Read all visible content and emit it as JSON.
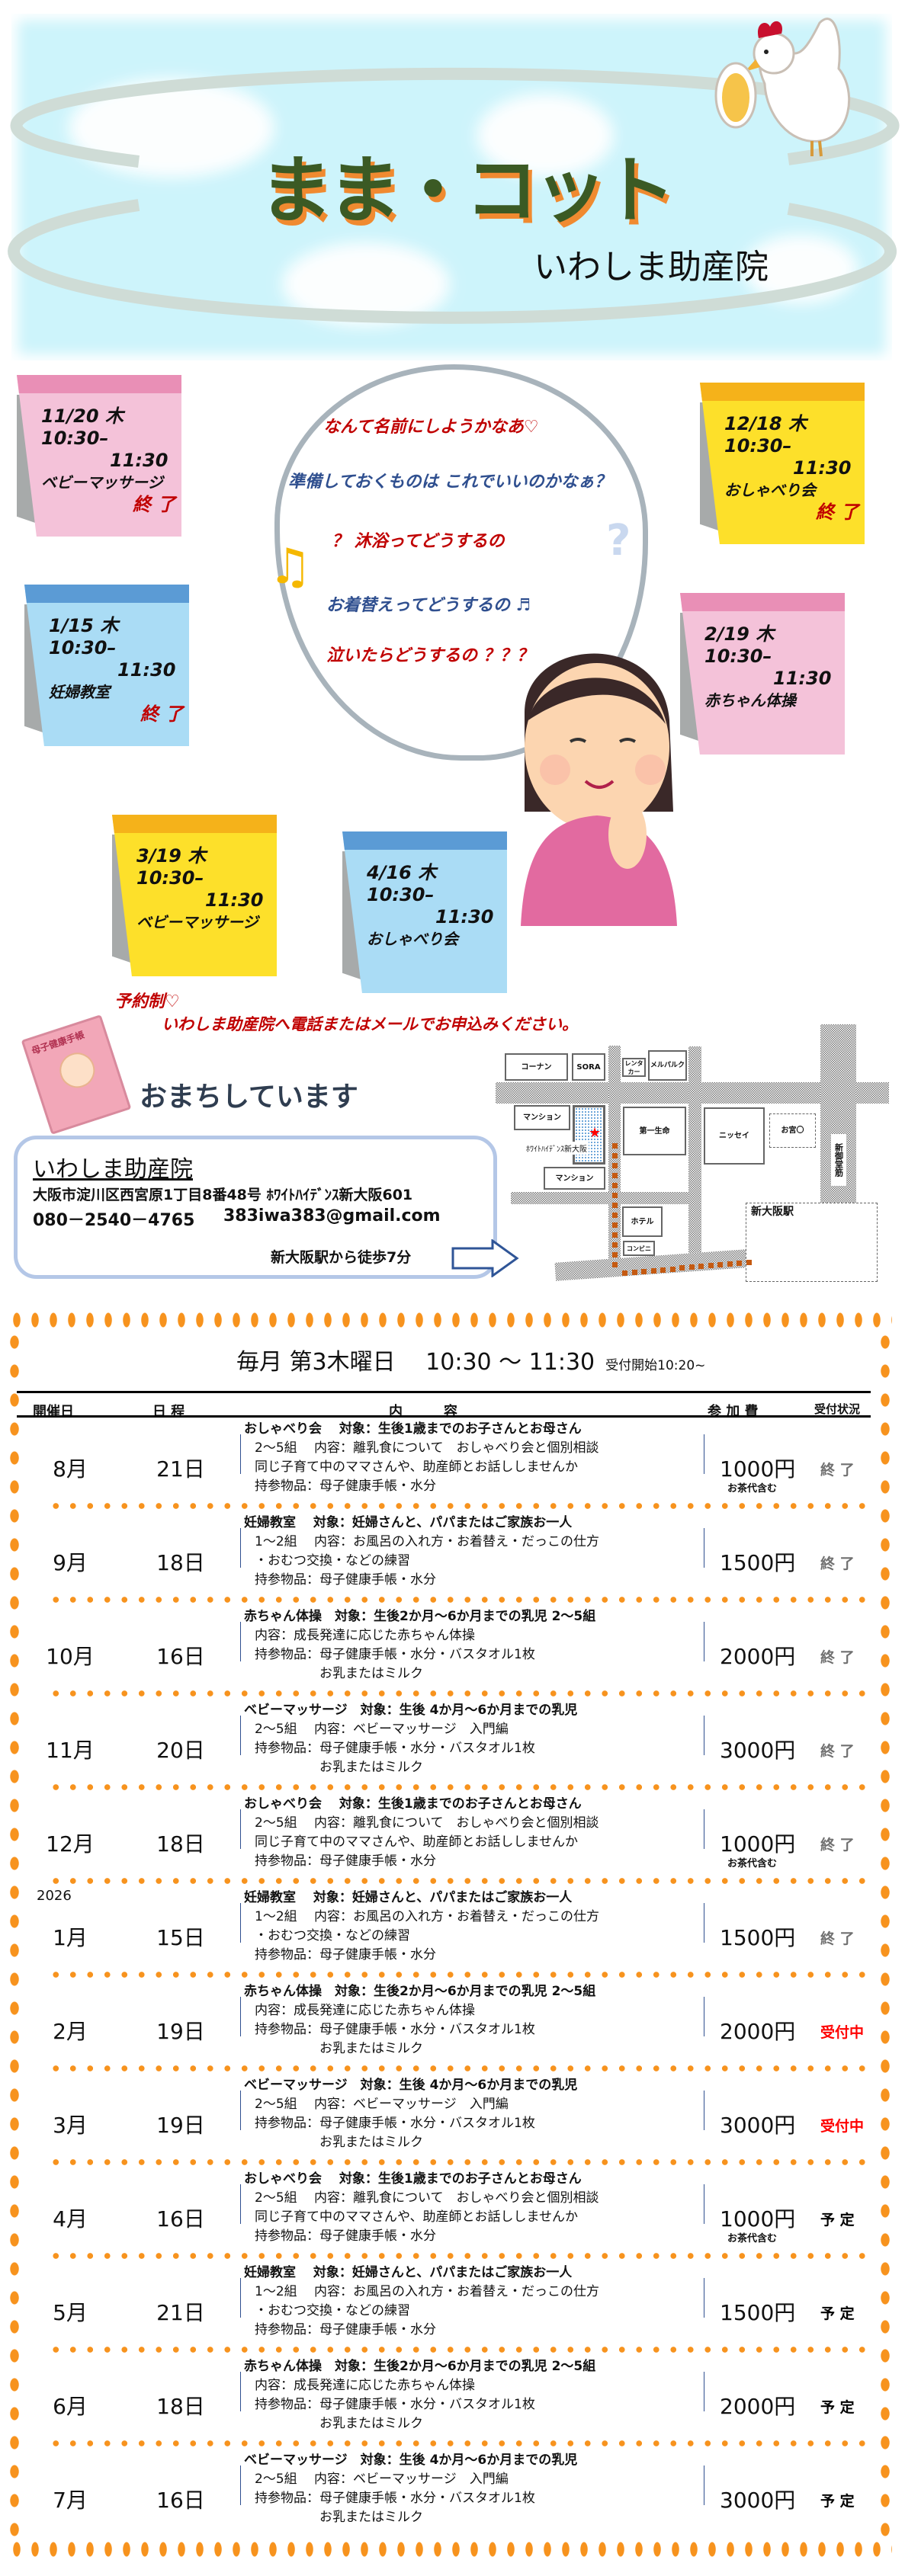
{
  "header": {
    "title": "まま・コット",
    "clinic": "いわしま助産院"
  },
  "notes": [
    {
      "date": "11/20 木",
      "start": "10:30–",
      "end": "11:30",
      "label": "ベビーマッサージ",
      "status": "終 了",
      "color": "pink"
    },
    {
      "date": "12/18 木",
      "start": "10:30–",
      "end": "11:30",
      "label": "おしゃべり会",
      "status": "終 了",
      "color": "yellow"
    },
    {
      "date": "1/15 木",
      "start": "10:30–",
      "end": "11:30",
      "label": "妊婦教室",
      "status": "終 了",
      "color": "blue"
    },
    {
      "date": "2/19 木",
      "start": "10:30–",
      "end": "11:30",
      "label": "赤ちゃん体操",
      "status": "",
      "color": "pink"
    },
    {
      "date": "3/19 木",
      "start": "10:30–",
      "end": "11:30",
      "label": "ベビーマッサージ",
      "status": "",
      "color": "yellow"
    },
    {
      "date": "4/16 木",
      "start": "10:30–",
      "end": "11:30",
      "label": "おしゃべり会",
      "status": "",
      "color": "blue"
    }
  ],
  "thoughts": [
    "なんて名前にしようかなあ♡",
    "準備しておくものは これでいいのかなぁ？",
    "？ 沐浴ってどうするの",
    "お着替えってどうするの ♬",
    "泣いたらどうするの ？？？"
  ],
  "reservation": {
    "line1": "予約制♡",
    "line2": "いわしま助産院へ電話またはメールでお申込みください。"
  },
  "book_label": "母子健康手帳",
  "welcome": "おまちしています",
  "contact": {
    "name": "いわしま助産院",
    "address": "大阪市淀川区西宮原1丁目8番48号 ﾎﾜｲﾄﾊｲﾃﾞﾝｽ新大阪601",
    "phone": "080－2540－4765",
    "email": "383iwa383@gmail.com",
    "access": "新大阪駅から徒歩7分"
  },
  "map": {
    "konan": "コーナン",
    "sora": "SORA",
    "rental": "レンタカー",
    "melparque": "メルパルク",
    "mansion1": "マンション",
    "mansion2": "マンション",
    "residence": "ﾎﾜｲﾄﾊｲﾃﾞﾝｽ新大阪",
    "daiichi": "第一生命",
    "nissay": "ニッセイ",
    "shrine": "お宮〇",
    "midosuji": "新御堂筋",
    "hotel": "ホテル",
    "konbini": "コンビニ",
    "station": "新大阪駅"
  },
  "schedule": {
    "heading": "毎月 第3木曜日　 10:30 ～ 11:30",
    "reception": "受付開始10:20~",
    "columns": [
      "開催日",
      "日 程",
      "内　　　容",
      "参 加 費",
      "受付状況"
    ],
    "status_colors": {
      "終 了": "#707070",
      "受付中": "#ff0000",
      "予 定": "#000000"
    },
    "rows": [
      {
        "month": "8月",
        "day": "21日",
        "year": "",
        "title": "おしゃべり会　 対象：生後1歳までのお子さんとお母さん",
        "lines": [
          "2～5組　 内容：離乳食について　おしゃべり会と個別相談",
          "同じ子育て中のママさんや、助産師とお話ししませんか",
          "持参物品：母子健康手帳・水分"
        ],
        "fee": "1000円",
        "fee_note": "お茶代含む",
        "status": "終 了"
      },
      {
        "month": "9月",
        "day": "18日",
        "year": "",
        "title": "妊婦教室　 対象：妊婦さんと、パパまたはご家族お一人",
        "lines": [
          "1～2組　 内容：お風呂の入れ方・お着替え・だっこの仕方",
          "・おむつ交換・などの練習",
          "持参物品：母子健康手帳・水分"
        ],
        "fee": "1500円",
        "fee_note": "",
        "status": "終 了"
      },
      {
        "month": "10月",
        "day": "16日",
        "year": "",
        "title": "赤ちゃん体操　対象：生後2か月～6か月までの乳児 2～5組",
        "lines": [
          "内容：成長発達に応じた赤ちゃん体操",
          "持参物品：母子健康手帳・水分・バスタオル1枚",
          "　　　　　お乳またはミルク"
        ],
        "fee": "2000円",
        "fee_note": "",
        "status": "終 了"
      },
      {
        "month": "11月",
        "day": "20日",
        "year": "",
        "title": "ベビーマッサージ　対象：生後 4か月～6か月までの乳児",
        "lines": [
          "2～5組　 内容：ベビーマッサージ　入門編",
          "持参物品：母子健康手帳・水分・バスタオル1枚",
          "　　　　　お乳またはミルク"
        ],
        "fee": "3000円",
        "fee_note": "",
        "status": "終 了"
      },
      {
        "month": "12月",
        "day": "18日",
        "year": "",
        "title": "おしゃべり会　 対象：生後1歳までのお子さんとお母さん",
        "lines": [
          "2～5組　 内容：離乳食について　おしゃべり会と個別相談",
          "同じ子育て中のママさんや、助産師とお話ししませんか",
          "持参物品：母子健康手帳・水分"
        ],
        "fee": "1000円",
        "fee_note": "お茶代含む",
        "status": "終 了"
      },
      {
        "month": "1月",
        "day": "15日",
        "year": "2026",
        "title": "妊婦教室　 対象：妊婦さんと、パパまたはご家族お一人",
        "lines": [
          "1～2組　 内容：お風呂の入れ方・お着替え・だっこの仕方",
          "・おむつ交換・などの練習",
          "持参物品：母子健康手帳・水分"
        ],
        "fee": "1500円",
        "fee_note": "",
        "status": "終 了"
      },
      {
        "month": "2月",
        "day": "19日",
        "year": "",
        "title": "赤ちゃん体操　対象：生後2か月～6か月までの乳児 2～5組",
        "lines": [
          "内容：成長発達に応じた赤ちゃん体操",
          "持参物品：母子健康手帳・水分・バスタオル1枚",
          "　　　　　お乳またはミルク"
        ],
        "fee": "2000円",
        "fee_note": "",
        "status": "受付中"
      },
      {
        "month": "3月",
        "day": "19日",
        "year": "",
        "title": "ベビーマッサージ　対象：生後 4か月～6か月までの乳児",
        "lines": [
          "2～5組　 内容：ベビーマッサージ　入門編",
          "持参物品：母子健康手帳・水分・バスタオル1枚",
          "　　　　　お乳またはミルク"
        ],
        "fee": "3000円",
        "fee_note": "",
        "status": "受付中"
      },
      {
        "month": "4月",
        "day": "16日",
        "year": "",
        "title": "おしゃべり会　 対象：生後1歳までのお子さんとお母さん",
        "lines": [
          "2～5組　 内容：離乳食について　おしゃべり会と個別相談",
          "同じ子育て中のママさんや、助産師とお話ししませんか",
          "持参物品：母子健康手帳・水分"
        ],
        "fee": "1000円",
        "fee_note": "お茶代含む",
        "status": "予 定"
      },
      {
        "month": "5月",
        "day": "21日",
        "year": "",
        "title": "妊婦教室　 対象：妊婦さんと、パパまたはご家族お一人",
        "lines": [
          "1～2組　 内容：お風呂の入れ方・お着替え・だっこの仕方",
          "・おむつ交換・などの練習",
          "持参物品：母子健康手帳・水分"
        ],
        "fee": "1500円",
        "fee_note": "",
        "status": "予 定"
      },
      {
        "month": "6月",
        "day": "18日",
        "year": "",
        "title": "赤ちゃん体操　対象：生後2か月～6か月までの乳児 2～5組",
        "lines": [
          "内容：成長発達に応じた赤ちゃん体操",
          "持参物品：母子健康手帳・水分・バスタオル1枚",
          "　　　　　お乳またはミルク"
        ],
        "fee": "2000円",
        "fee_note": "",
        "status": "予 定"
      },
      {
        "month": "7月",
        "day": "16日",
        "year": "",
        "title": "ベビーマッサージ　対象：生後 4か月～6か月までの乳児",
        "lines": [
          "2～5組　 内容：ベビーマッサージ　入門編",
          "持参物品：母子健康手帳・水分・バスタオル1枚",
          "　　　　　お乳またはミルク"
        ],
        "fee": "3000円",
        "fee_note": "",
        "status": "予 定"
      }
    ]
  }
}
